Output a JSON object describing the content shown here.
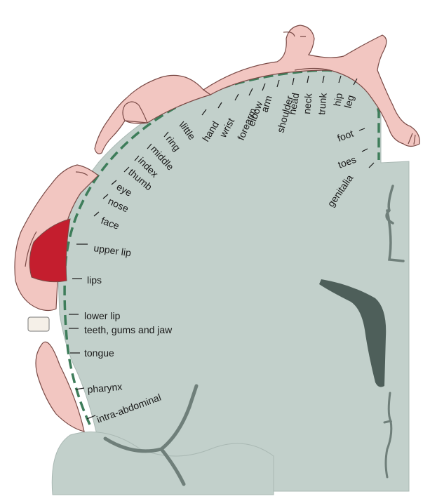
{
  "labels": {
    "genitalia": "genitalia",
    "toes": "toes",
    "foot": "foot",
    "leg": "leg",
    "hip": "hip",
    "trunk": "trunk",
    "neck": "neck",
    "head": "head",
    "shoulder": "shoulder",
    "arm": "arm",
    "elbow": "elbow",
    "forearm": "forearm",
    "wrist": "wrist",
    "hand": "hand",
    "little": "little",
    "ring": "ring",
    "middle": "middle",
    "index": "index",
    "thumb": "thumb",
    "eye": "eye",
    "nose": "nose",
    "face": "face",
    "upper_lip": "upper lip",
    "lips": "lips",
    "lower_lip": "lower lip",
    "teeth": "teeth, gums and jaw",
    "tongue": "tongue",
    "pharynx": "pharynx",
    "intra_abdominal": "intra-abdominal"
  },
  "colors": {
    "cortex": "#c2d0cb",
    "cortex_edge": "#a9b8b3",
    "sulcus": "#6f7f7a",
    "ventricle": "#4e5f5a",
    "border_dash": "#3e7d5a",
    "skin": "#f2c6c1",
    "skin_line": "#7a4a46",
    "mouth": "#c41e2e"
  }
}
